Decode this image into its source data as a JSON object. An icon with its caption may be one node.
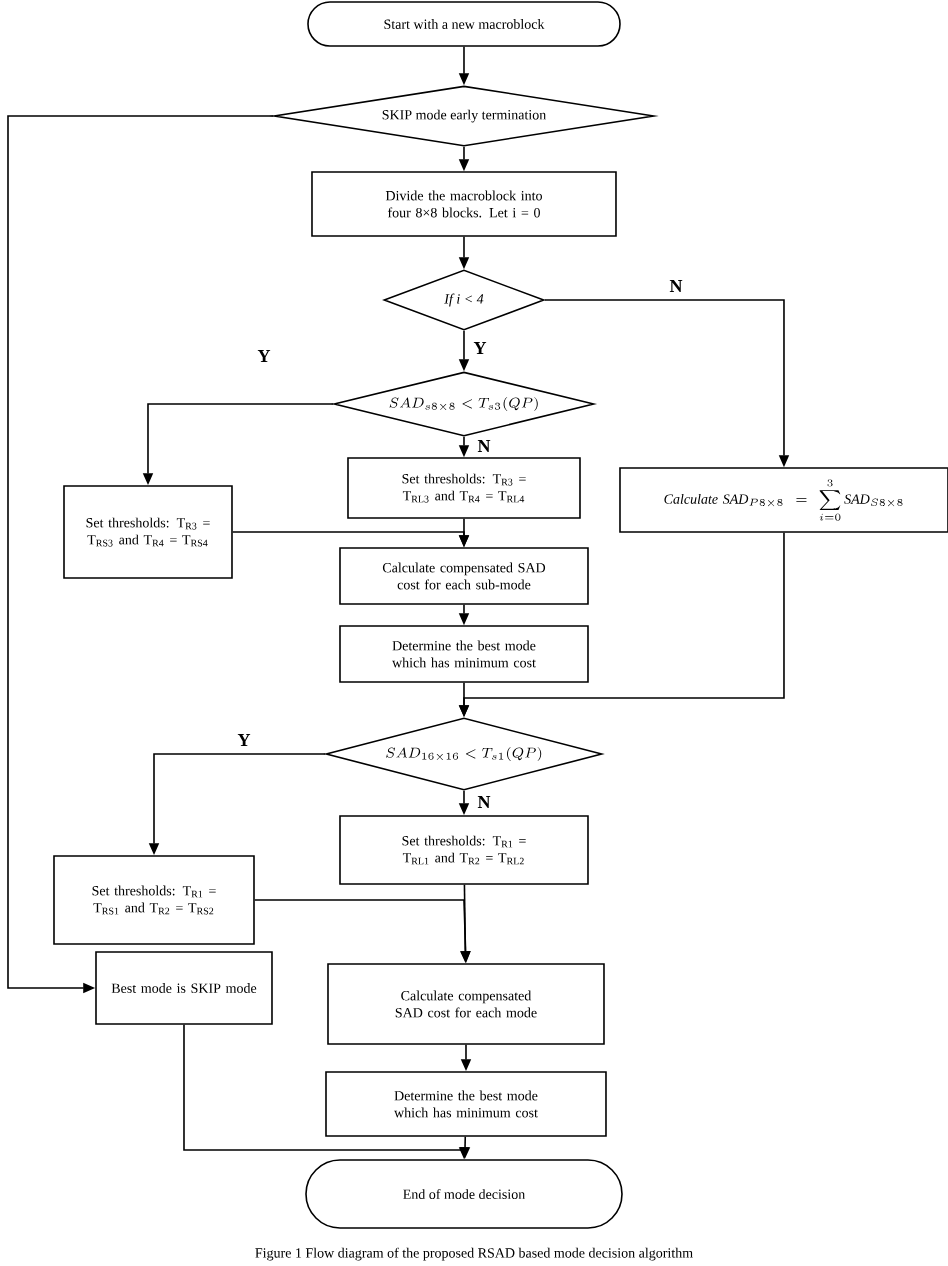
{
  "diagram": {
    "caption": "Figure 1 Flow diagram of the proposed RSAD based mode decision algorithm",
    "nodes": [
      {
        "text": [
          "Start with a new macroblock"
        ]
      },
      {
        "text": [
          "SKIP mode early termination"
        ]
      },
      {
        "text": [
          "Divide the macroblock into four 8×8 blocks. Let i = 0"
        ]
      },
      {
        "text": [
          "If i < 4"
        ]
      },
      {
        "text": [
          "SAD_{s8\\times8} < T_{s3}(QP)"
        ]
      },
      {
        "text": [
          "Set thresholds: T$_{R3}$ = T$_{RS3}$ and T$_{R4}$ = T$_{RS4}$"
        ]
      },
      {
        "text": [
          "Set thresholds: T$_{R3}$ = T$_{RL3}$ and T$_{R4}$ = T$_{RL4}$"
        ]
      },
      {
        "text": [
          "\\mathit{Calculate}\\ \\mathit{SAD}_{P8\\times8} = \\sum_{i=0}^{3} \\mathit{SAD}_{S8\\times8}"
        ]
      },
      {
        "text": [
          "Calculate compensated SAD cost for each sub-mode"
        ]
      },
      {
        "text": [
          "Determine the best mode which has minimum cost"
        ]
      },
      {
        "text": [
          "SAD_{16\\times16} < T_{s1}(QP)"
        ]
      },
      {
        "text": [
          "Set thresholds: T$_{R1}$ = T$_{RL1}$ and T$_{R2}$ = T$_{RL2}$"
        ]
      },
      {
        "text": [
          "Set thresholds: T$_{R1}$ = T$_{RS1}$ and T$_{R2}$ = T$_{RS2}$"
        ]
      },
      {
        "text": [
          "Best mode is SKIP mode"
        ]
      },
      {
        "text": [
          "Calculate compensated SAD cost for each mode"
        ]
      },
      {
        "text": [
          "Determine the best mode which has minimum cost"
        ]
      },
      {
        "text": [
          "End of mode decision"
        ]
      }
    ],
    "edges": [
      {
        "from": 0,
        "to": 1,
        "arrow": "to"
      },
      {
        "from": 1,
        "to": 2,
        "arrow": "to"
      },
      {
        "from": 2,
        "to": 3,
        "arrow": "to"
      },
      {
        "from": 3,
        "to": 4,
        "arrow": "to",
        "label": "Y"
      },
      {
        "from": 3,
        "to": 7,
        "arrow": "to",
        "label": "N"
      },
      {
        "from": 4,
        "to": 5,
        "arrow": "to",
        "label": "Y"
      },
      {
        "from": 4,
        "to": 6,
        "arrow": "to",
        "label": "N"
      },
      {
        "from": 5,
        "to": 8,
        "arrow": "to"
      },
      {
        "from": 6,
        "to": 8,
        "arrow": "to"
      },
      {
        "from": 8,
        "to": 9,
        "arrow": "to"
      },
      {
        "from": 9,
        "to": 10,
        "arrow": "to"
      },
      {
        "from": 7,
        "to": 10,
        "arrow": "to"
      },
      {
        "from": 10,
        "to": 12,
        "arrow": "to",
        "label": "Y"
      },
      {
        "from": 10,
        "to": 11,
        "arrow": "to",
        "label": "N"
      },
      {
        "from": 11,
        "to": 14,
        "arrow": "to"
      },
      {
        "from": 12,
        "to": 14,
        "arrow": "to"
      },
      {
        "from": 1,
        "to": 13,
        "arrow": "to"
      },
      {
        "from": 13,
        "to": 16,
        "arrow": "to"
      },
      {
        "from": 14,
        "to": 15,
        "arrow": "to"
      },
      {
        "from": 15,
        "to": 16,
        "arrow": "to"
      }
    ]
  }
}
